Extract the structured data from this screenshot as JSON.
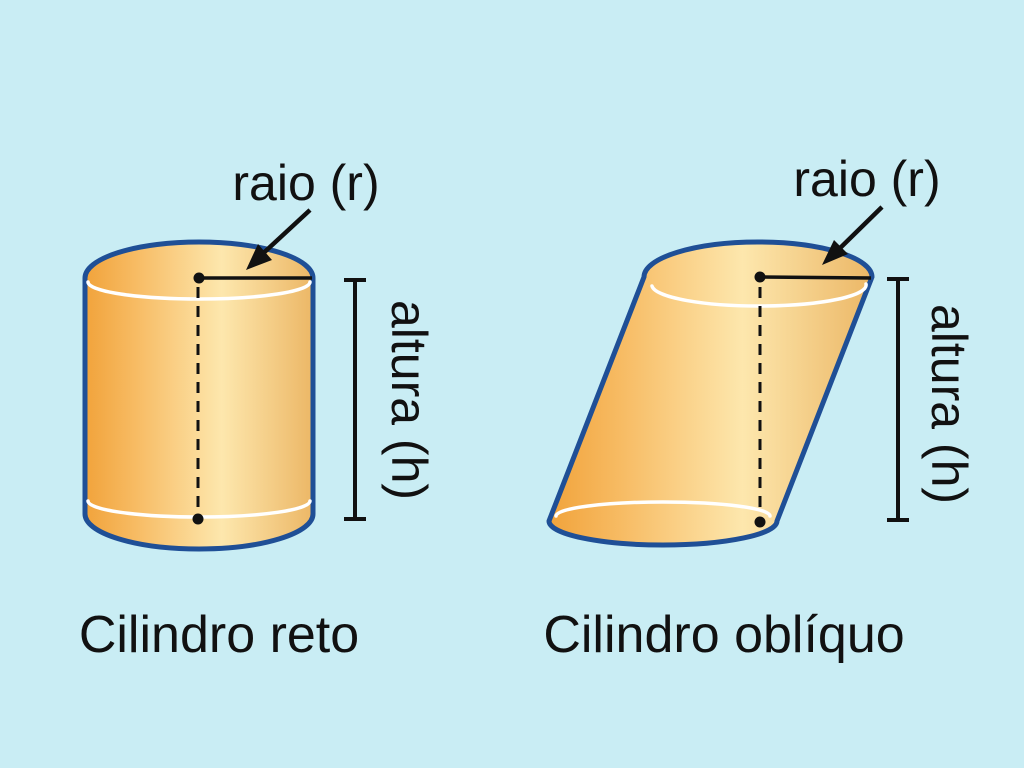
{
  "figures": {
    "straight": {
      "caption": "Cilindro reto",
      "radius_label": "raio (r)",
      "height_label": "altura (h)"
    },
    "oblique": {
      "caption": "Cilindro oblíquo",
      "radius_label": "raio (r)",
      "height_label": "altura (h)"
    }
  },
  "colors": {
    "background": "#c9edf4",
    "outline_blue": "#1f4f96",
    "ink_black": "#111111",
    "rim_white": "#ffffff",
    "gradient_left": "#f1a33b",
    "gradient_mid": "#f7bb63",
    "gradient_light": "#fde7ad",
    "gradient_right": "#ecb766"
  }
}
